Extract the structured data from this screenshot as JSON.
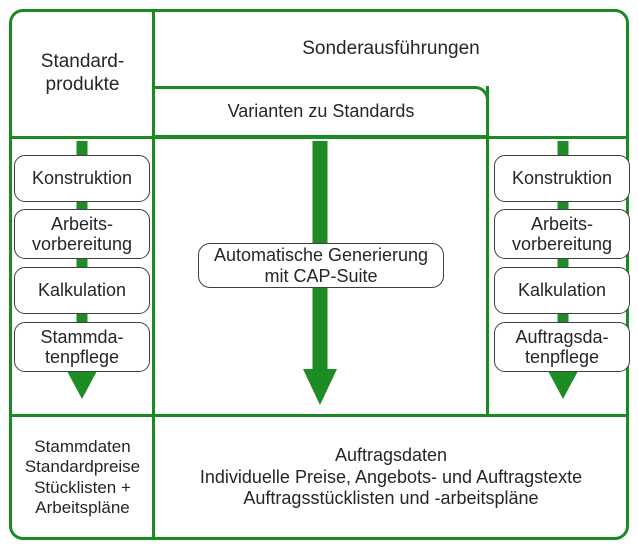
{
  "colors": {
    "frame_green": "#1a8a22",
    "arrow_green": "#1e8c24",
    "box_border": "#3f3f3f",
    "text": "#262626",
    "background": "#ffffff"
  },
  "header": {
    "standard_products": "Standard-\nprodukte",
    "special_designs": "Sonderausführungen",
    "variants": "Varianten zu Standards"
  },
  "columns": {
    "left": {
      "steps": [
        {
          "label": "Konstruktion"
        },
        {
          "label": "Arbeits-\nvorbereitung"
        },
        {
          "label": "Kalkulation"
        },
        {
          "label": "Stammda-\ntenpflege"
        }
      ]
    },
    "center": {
      "process_box": "Automatische Generierung\nmit CAP-Suite"
    },
    "right": {
      "steps": [
        {
          "label": "Konstruktion"
        },
        {
          "label": "Arbeits-\nvorbereitung"
        },
        {
          "label": "Kalkulation"
        },
        {
          "label": "Auftragsda-\ntenpflege"
        }
      ]
    }
  },
  "footer": {
    "left": "Stammdaten\nStandardpreise\nStücklisten +\nArbeitspläne",
    "right": "Auftragsdaten\nIndividuelle Preise, Angebots- und Auftragstexte\nAuftragsstücklisten und -arbeitspläne"
  },
  "icons": {
    "flow_arrow": "down-arrow-icon"
  }
}
